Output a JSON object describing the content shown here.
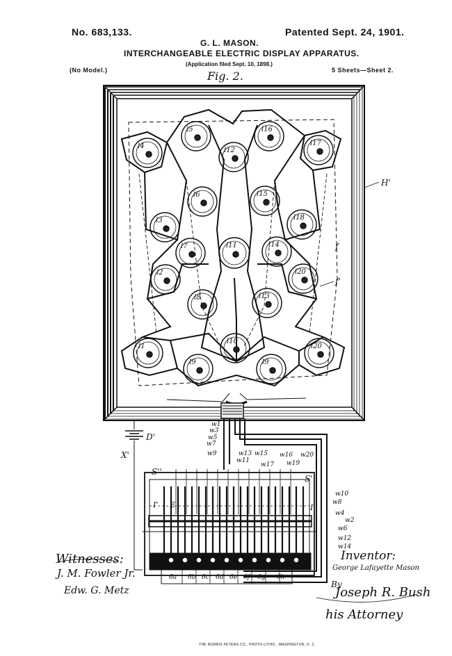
{
  "header": {
    "patent_no": "No. 683,133.",
    "patented": "Patented Sept. 24, 1901.",
    "inventor_name": "G. L. MASON.",
    "title": "INTERCHANGEABLE ELECTRIC DISPLAY APPARATUS.",
    "application": "(Application filed Sept. 10, 1898.)",
    "no_model": "(No Model.)",
    "sheets": "5 Sheets—Sheet 2."
  },
  "figure": {
    "label": "Fig. 2.",
    "refs": {
      "H_prime": "H'",
      "f": "f",
      "f_prime": "f'",
      "D_prime": "D'",
      "X_prime": "X'",
      "S_dbl": "S''",
      "S_prime": "S'",
      "I_prime": "I'",
      "E": "E"
    },
    "lamps": [
      {
        "label": "l4"
      },
      {
        "label": "l5"
      },
      {
        "label": "l12"
      },
      {
        "label": "l16"
      },
      {
        "label": "l17"
      },
      {
        "label": "l6"
      },
      {
        "label": "l15"
      },
      {
        "label": "l3"
      },
      {
        "label": "l18"
      },
      {
        "label": "l7"
      },
      {
        "label": "l11"
      },
      {
        "label": "l14"
      },
      {
        "label": "l2"
      },
      {
        "label": "l20"
      },
      {
        "label": "l8"
      },
      {
        "label": "l13"
      },
      {
        "label": "l10"
      },
      {
        "label": "l1"
      },
      {
        "label": "l20"
      },
      {
        "label": "l9"
      },
      {
        "label": "l9"
      }
    ],
    "wires_left": [
      "w1",
      "w3",
      "w5",
      "w7",
      "w9"
    ],
    "wires_mid": [
      "w11",
      "w13",
      "w15",
      "w16",
      "w17",
      "w19",
      "w20"
    ],
    "wires_right": [
      "w10",
      "w8",
      "w4",
      "w2",
      "w6",
      "w12",
      "w14"
    ],
    "bottom_contacts": [
      "6a",
      "6b",
      "6c",
      "6d",
      "6e",
      "6f",
      "6g",
      "6h"
    ]
  },
  "signatures": {
    "witnesses_label": "Witnesses:",
    "witness1": "J. M. Fowler Jr.",
    "witness2": "Edw. G. Metz",
    "inventor_label": "Inventor:",
    "inventor_sig": "George Lafayette Mason",
    "by": "By",
    "attorney_sig": "Joseph R. Bush",
    "attorney_label": "his Attorney"
  },
  "footer": {
    "printer": "THE NORRIS PETERS CO., PHOTO-LITHO., WASHINGTON, D. C."
  }
}
